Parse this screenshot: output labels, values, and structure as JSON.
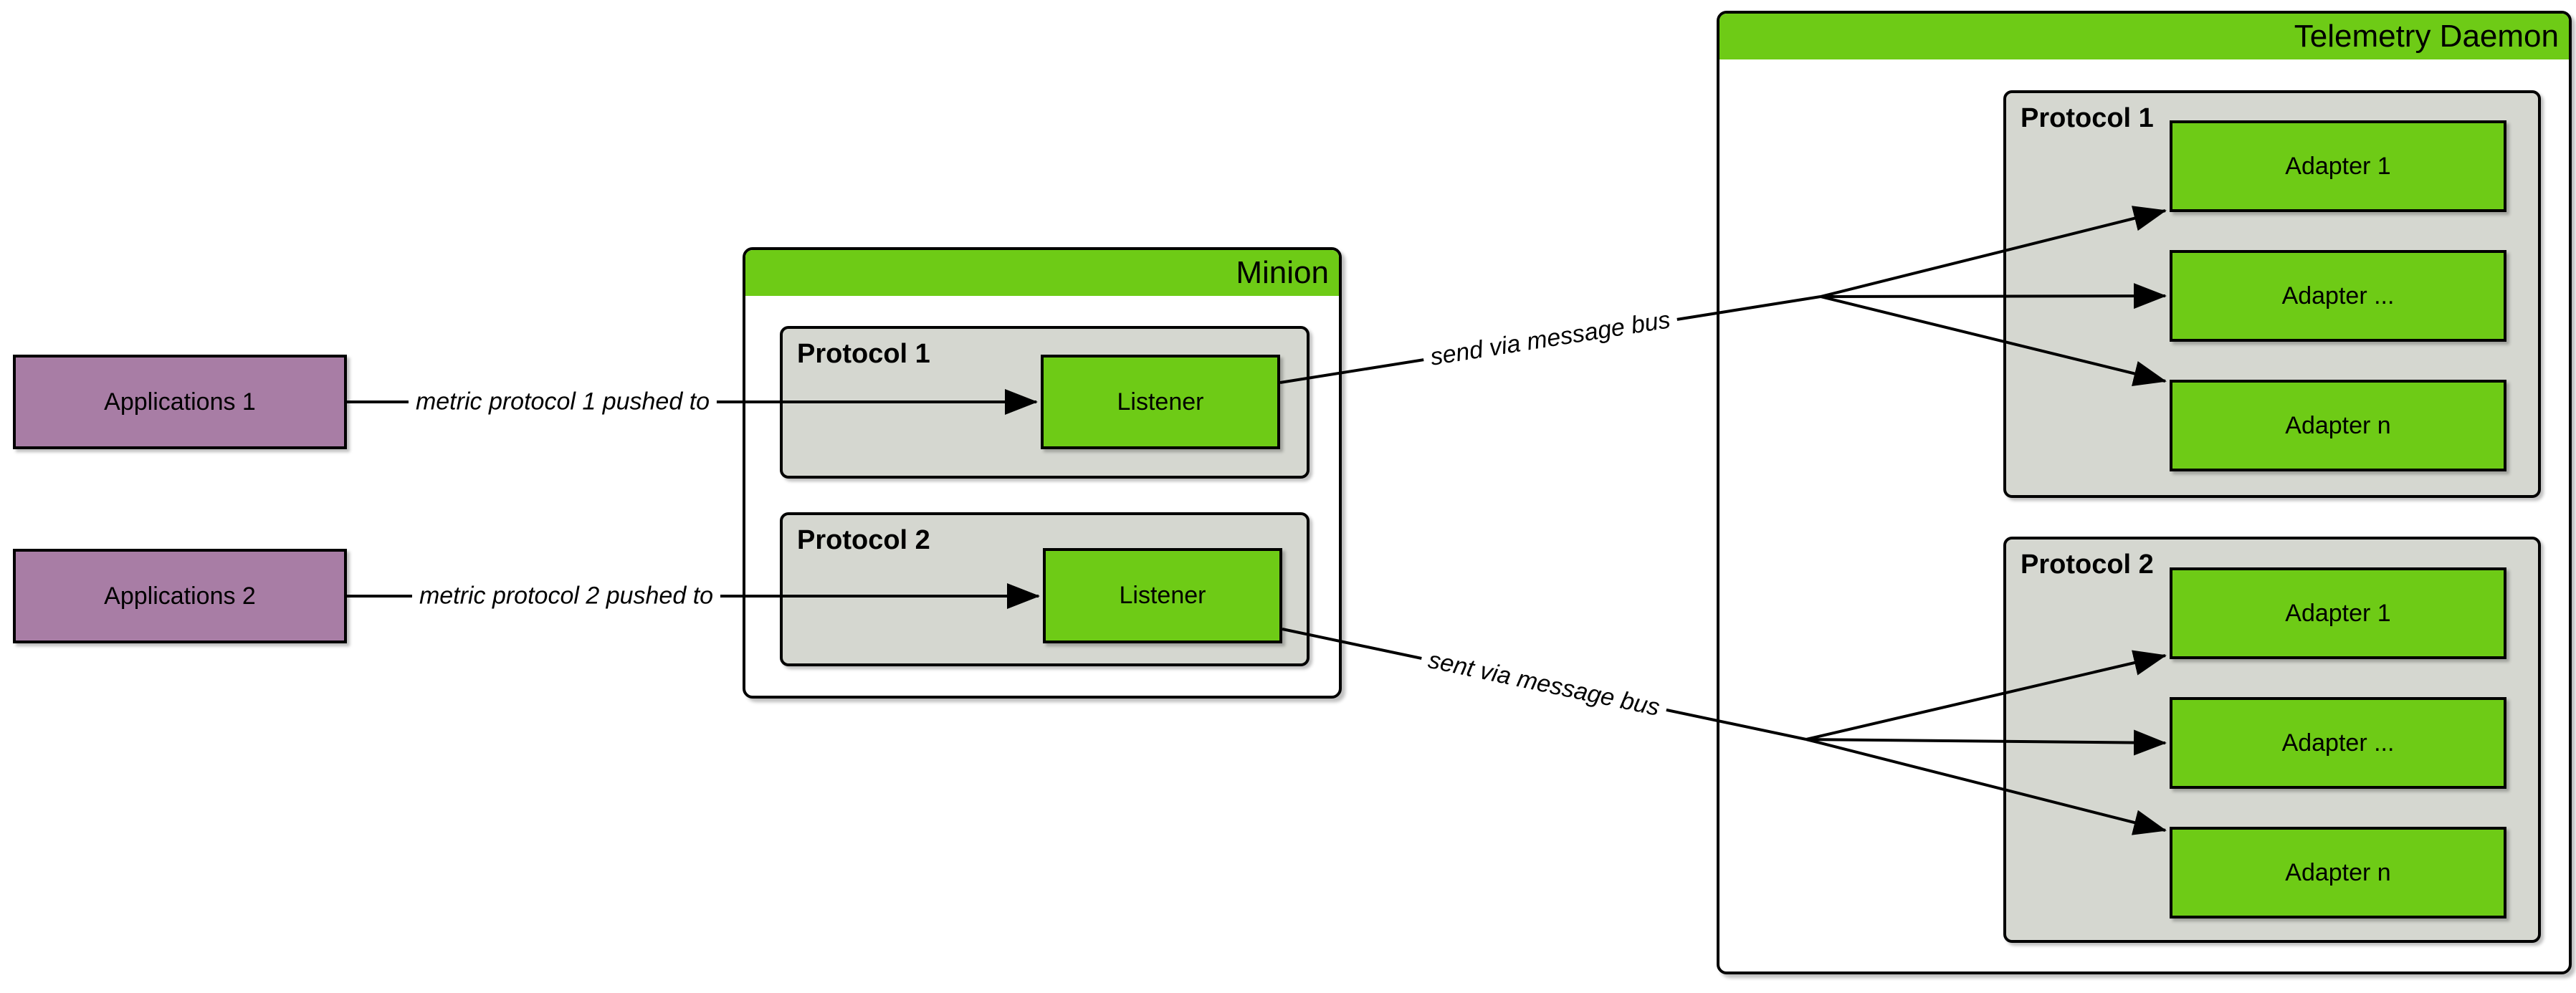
{
  "applications": [
    {
      "label": "Applications 1"
    },
    {
      "label": "Applications 2"
    }
  ],
  "minion": {
    "title": "Minion",
    "protocols": [
      {
        "label": "Protocol 1",
        "listener": "Listener"
      },
      {
        "label": "Protocol 2",
        "listener": "Listener"
      }
    ]
  },
  "telemetry_daemon": {
    "title": "Telemetry Daemon",
    "protocols": [
      {
        "label": "Protocol 1",
        "adapters": [
          {
            "label": "Adapter 1"
          },
          {
            "label": "Adapter ..."
          },
          {
            "label": "Adapter n"
          }
        ]
      },
      {
        "label": "Protocol 2",
        "adapters": [
          {
            "label": "Adapter 1"
          },
          {
            "label": "Adapter ..."
          },
          {
            "label": "Adapter n"
          }
        ]
      }
    ]
  },
  "edges": [
    {
      "label": "metric protocol 1 pushed to"
    },
    {
      "label": "metric protocol 2 pushed to"
    },
    {
      "label": "send via message bus"
    },
    {
      "label": "sent via message bus"
    }
  ],
  "colors": {
    "accent_green": "#6ecb16",
    "application_purple": "#a87da5",
    "protocol_gray": "#d5d7d0",
    "border": "#000000",
    "background": "#ffffff"
  }
}
